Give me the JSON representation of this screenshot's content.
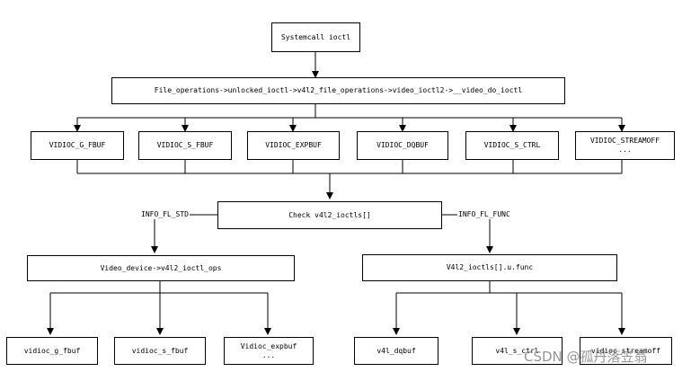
{
  "root": "Systemcall ioctl",
  "chain": "File_operations->unlocked_ioctl->v4l2_file_operations->video_ioctl2->__video_do_ioctl",
  "commands": [
    "VIDIOC_G_FBUF",
    "VIDIOC_S_FBUF",
    "VIDIOC_EXPBUF",
    "VIDIOC_DQBUF",
    "VIDIOC_S_CTRL",
    "VIDIOC_STREAMOFF"
  ],
  "commands_more": "...",
  "check": "Check v4l2_ioctls[]",
  "left_edge_label": "INFO_FL_STD",
  "right_edge_label": "INFO_FL_FUNC",
  "left_target": "Video_device->v4l2_ioctl_ops",
  "right_target": "V4l2_ioctls[].u.func",
  "left_leaves": [
    "vidioc_g_fbuf",
    "vidioc_s_fbuf",
    "Vidioc_expbuf"
  ],
  "left_leaves_more": "...",
  "right_leaves": [
    "v4l_dqbuf",
    "v4l_s_ctrl",
    "vidioc_streamoff"
  ],
  "watermark": "CSDN @孤丹落笠翁"
}
